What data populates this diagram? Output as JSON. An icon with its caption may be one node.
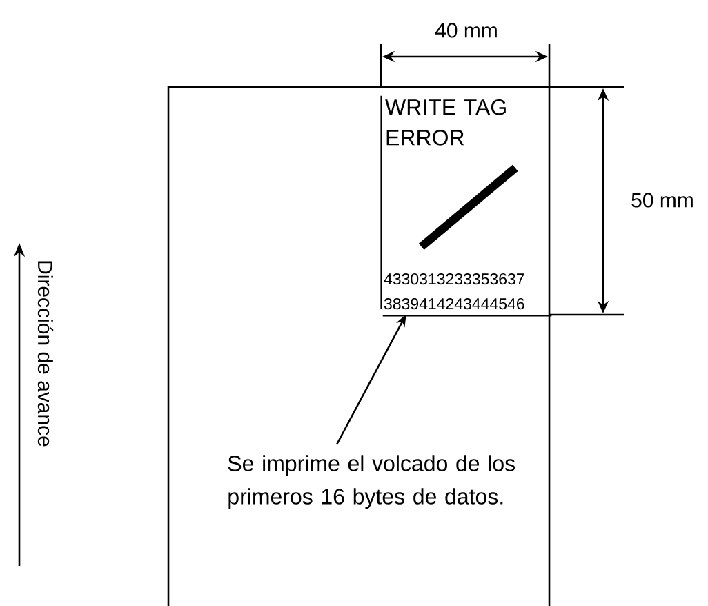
{
  "diagram": {
    "nodes": [
      {
        "text": [
          "WRITE TAG ERROR",
          "4330313233353637",
          "3839414243444546"
        ]
      },
      {
        "text": [
          "Se imprime el volcado de los primeros 16 bytes de datos."
        ]
      }
    ],
    "edges": [
      {
        "from": 1,
        "to": 0,
        "arrow": "to"
      }
    ],
    "labels": [
      "40 mm",
      "50 mm",
      "Dirección de avance"
    ]
  }
}
